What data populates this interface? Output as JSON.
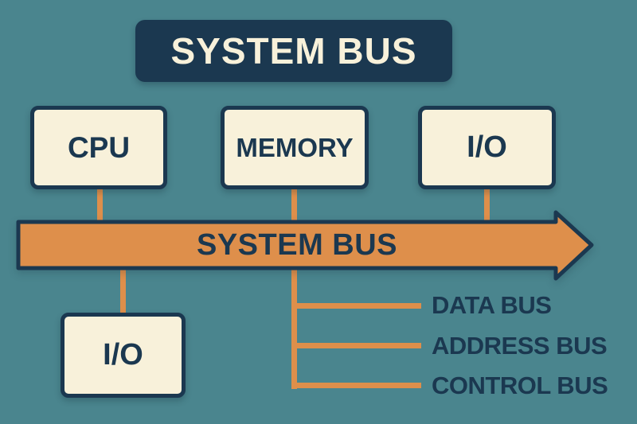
{
  "palette": {
    "background": "#4A858E",
    "navy": "#1B3850",
    "cream": "#F8F1DA",
    "orange": "#DE8F4B"
  },
  "title": {
    "label": "SYSTEM BUS"
  },
  "nodes": {
    "cpu": {
      "label": "CPU"
    },
    "memory": {
      "label": "MEMORY"
    },
    "io_top": {
      "label": "I/O"
    },
    "io_bottom": {
      "label": "I/O"
    }
  },
  "bus": {
    "label": "SYSTEM BUS"
  },
  "branches": [
    {
      "label": "DATA BUS"
    },
    {
      "label": "ADDRESS BUS"
    },
    {
      "label": "CONTROL BUS"
    }
  ]
}
